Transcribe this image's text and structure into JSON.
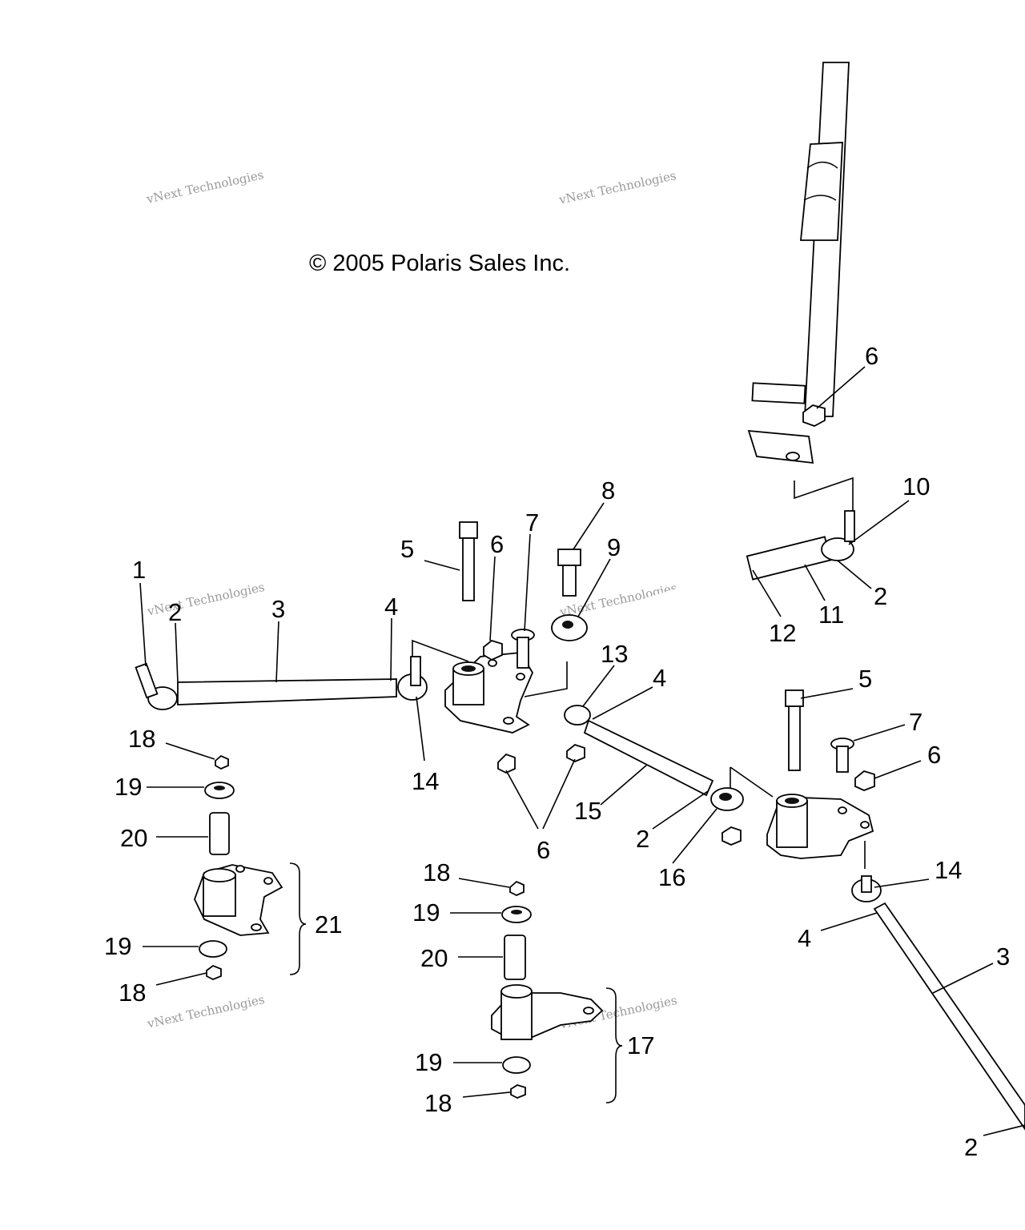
{
  "copyright": "© 2005 Polaris Sales Inc.",
  "watermark": {
    "line1": "vNext",
    "line2": "vNext Technologies",
    "line3": "Technologies"
  },
  "callouts": {
    "c1": "1",
    "c2a": "2",
    "c3a": "3",
    "c4a": "4",
    "c5a": "5",
    "c6a": "6",
    "c7a": "7",
    "c8": "8",
    "c9": "9",
    "c6top": "6",
    "c10": "10",
    "c2b": "2",
    "c11": "11",
    "c12": "12",
    "c13": "13",
    "c4b": "4",
    "c14a": "14",
    "c6b": "6",
    "c15": "15",
    "c2c": "2",
    "c16": "16",
    "c5b": "5",
    "c7b": "7",
    "c6c": "6",
    "c14b": "14",
    "c4c": "4",
    "c3b": "3",
    "c2d": "2",
    "c18a": "18",
    "c19a": "19",
    "c20a": "20",
    "c21": "21",
    "c19b": "19",
    "c18b": "18",
    "c18c": "18",
    "c19c": "19",
    "c20b": "20",
    "c17": "17",
    "c19d": "19",
    "c18d": "18"
  }
}
